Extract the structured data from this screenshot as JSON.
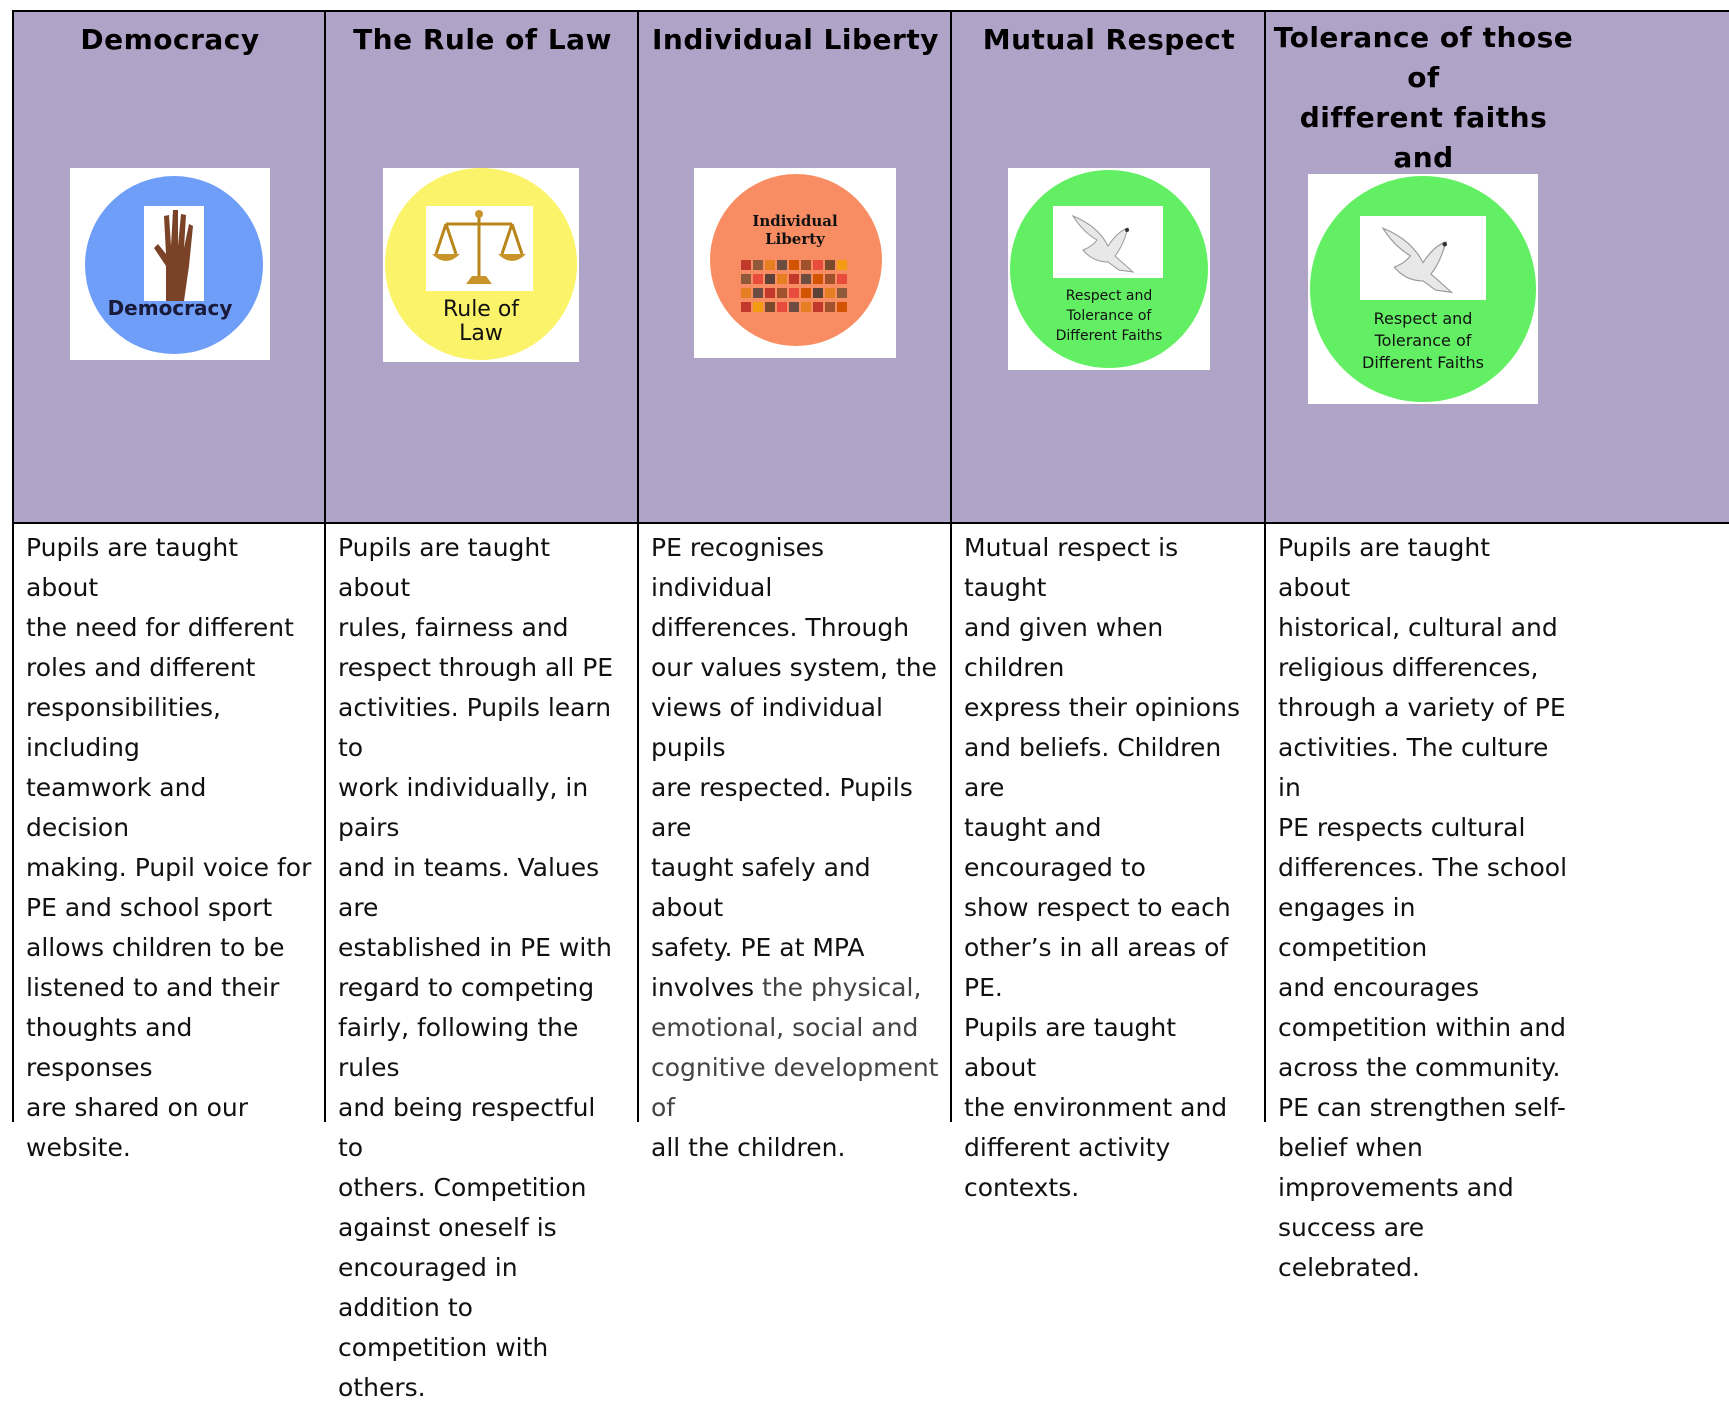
{
  "columns": [
    {
      "title": "Democracy",
      "badge": "Democracy",
      "body": "Pupils are taught about\nthe need for different\nroles and different\nresponsibilities, including\nteamwork and decision\nmaking.   Pupil voice for\nPE and school sport\nallows children to be\nlistened to and their\nthoughts and responses\nare shared on our\nwebsite."
    },
    {
      "title": "The Rule of Law",
      "badge": "Rule of\nLaw",
      "body": "Pupils are taught about\nrules, fairness and\nrespect through all PE\nactivities. Pupils learn to\nwork individually, in pairs\nand in teams.   Values are\nestablished in PE with\nregard to competing\nfairly, following the rules\nand being respectful to\nothers.   Competition\nagainst oneself is\nencouraged in addition to\ncompetition with others."
    },
    {
      "title": "Individual Liberty",
      "badge": "Individual\nLiberty",
      "body_a": "PE recognises individual\ndifferences.  Through\nour values system, the\nviews of individual pupils\nare respected.  Pupils are\ntaught safely and about\nsafety. PE at MPA\ninvolves ",
      "body_b": "the physical,\nemotional, social and\ncognitive development of\n",
      "body_c": "all the children."
    },
    {
      "title": "Mutual Respect",
      "badge": "Respect and\nTolerance of\nDifferent Faiths",
      "body": "Mutual respect is taught\nand given when children\nexpress their opinions\nand beliefs.  Children are\ntaught and encouraged to\nshow respect to each\nother’s in all areas of PE.\nPupils are taught about\nthe environment and\ndifferent activity\ncontexts."
    },
    {
      "title": "Tolerance of those of\ndifferent faiths and\nbeliefs",
      "badge": "Respect and\nTolerance of\nDifferent Faiths",
      "body": "Pupils are taught about\nhistorical, cultural and\nreligious differences,\nthrough a variety of PE\nactivities.  The culture in\nPE respects cultural\ndifferences.  The school\nengages in competition\nand encourages\ncompetition within and\nacross the community.\nPE can strengthen self-\nbelief when\nimprovements and\nsuccess are celebrated."
    }
  ],
  "colors": {
    "header_bg": "#b0a3c8",
    "democracy_circle": "#6f9ef8",
    "rule_of_law_circle": "#fbf46a",
    "liberty_circle": "#f88d64",
    "respect_circle": "#63ef63"
  }
}
